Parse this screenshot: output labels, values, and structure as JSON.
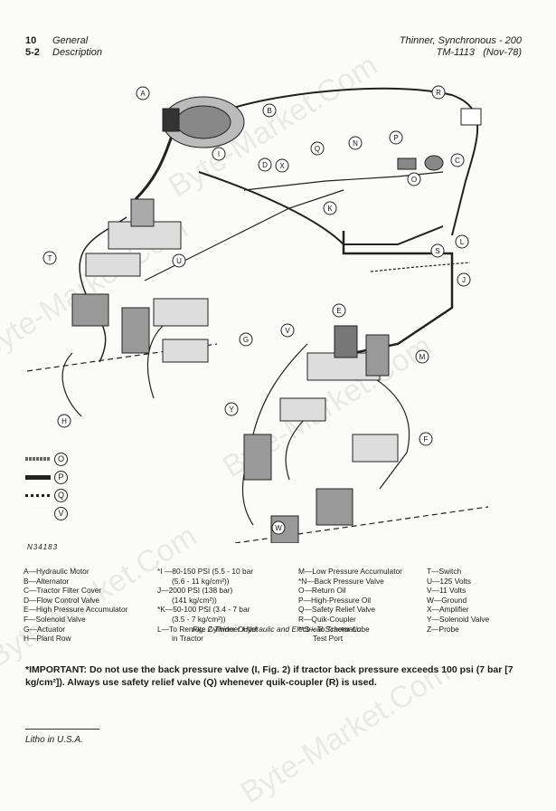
{
  "header": {
    "page_number": "10",
    "section_number": "5-2",
    "section_title": "General",
    "section_subtitle": "Description",
    "doc_title": "Thinner, Synchronous - 200",
    "doc_id": "TM-1113",
    "doc_date": "(Nov-78)"
  },
  "watermark": "Byte-Market.Com",
  "diagram_callouts": [
    "A",
    "B",
    "C",
    "D",
    "E",
    "F",
    "G",
    "H",
    "I",
    "J",
    "K",
    "L",
    "M",
    "N",
    "O",
    "P",
    "Q",
    "R",
    "S",
    "T",
    "U",
    "V",
    "W",
    "X",
    "Y"
  ],
  "symbol_legend": [
    "O",
    "P",
    "Q",
    "V"
  ],
  "image_code": "N34183",
  "legend": {
    "col1": [
      "A—Hydraulic Motor",
      "B—Alternator",
      "C—Tractor Filter Cover",
      "D—Flow Control Valve",
      "E—High Pressure Accumulator",
      "F—Solenoid Valve",
      "G—Actuator",
      "H—Plant Row"
    ],
    "col2": [
      "*I —80-150 PSI (5.5 - 10 bar",
      "(5.6 - 11 kg/cm²))",
      "J—2000 PSI (138 bar)",
      "(141 kg/cm²))",
      "*K—50-100 PSI (3.4 - 7 bar",
      "(3.5 - 7 kg/cm²))",
      "L—To Remote Cylinder Outlet",
      "in Tractor"
    ],
    "col3": [
      "M—Low Pressure Accumulator",
      "*N—Back Pressure Valve",
      "O—Return Oil",
      "P—High-Pressure Oil",
      "Q—Safety Relief Valve",
      "R—Quik-Coupler",
      "**S—To Tractor Lube",
      "Test Port"
    ],
    "col4": [
      "T—Switch",
      "U—125 Volts",
      "V—11 Volts",
      "W—Ground",
      "X—Amplifier",
      "Y—Solenoid Valve",
      "Z—Probe"
    ]
  },
  "caption": "Fig. 2-Thinner Hydraulic and Electrical Schematic",
  "important_note": "*IMPORTANT: Do not use the back pressure valve (I, Fig. 2) if tractor back pressure exceeds 100 psi (7 bar [7 kg/cm²]). Always use safety relief valve (Q) whenever quik-coupler (R) is used.",
  "footer": "Litho in U.S.A."
}
